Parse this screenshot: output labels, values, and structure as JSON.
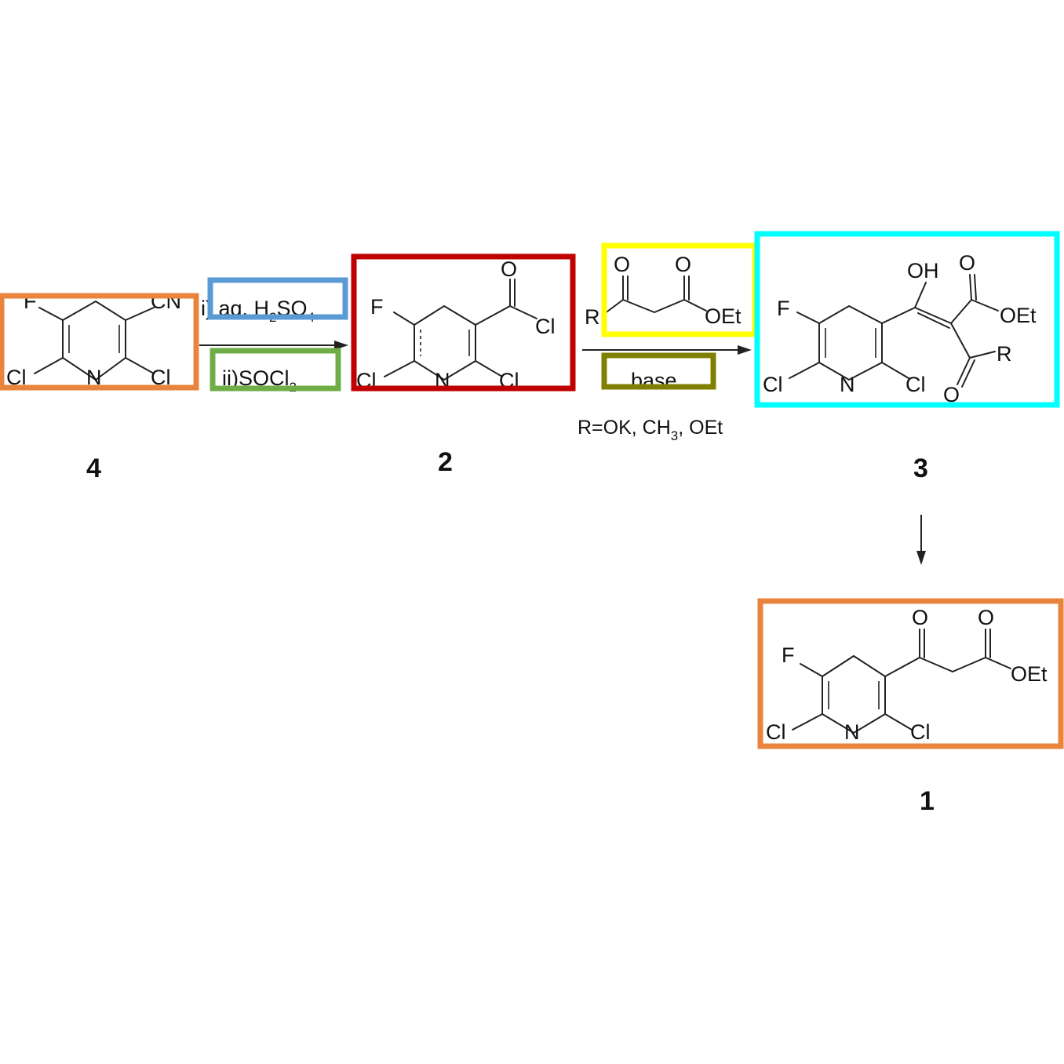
{
  "colors": {
    "orange": "#E8843C",
    "blue": "#5B9BD5",
    "green": "#70AD47",
    "red": "#C00000",
    "yellow": "#FFFF00",
    "olive": "#808000",
    "cyan": "#00FFFF"
  },
  "compound4": {
    "number": "4",
    "atoms": {
      "f": "F",
      "cn": "CN",
      "cl_left": "Cl",
      "n": "N",
      "cl_right": "Cl"
    }
  },
  "step1": {
    "reagent1_prefix": "i) aq. H",
    "reagent1_sub1": "2",
    "reagent1_mid": "SO",
    "reagent1_sub2": "4",
    "reagent2_main": "ii)SOCl",
    "reagent2_sub": "2"
  },
  "compound2": {
    "number": "2",
    "atoms": {
      "f": "F",
      "o": "O",
      "cl_acyl": "Cl",
      "cl_left": "Cl",
      "n": "N",
      "cl_right": "Cl"
    }
  },
  "step2": {
    "reagent_r": "R",
    "reagent_o1": "O",
    "reagent_o2": "O",
    "reagent_oet": "OEt",
    "base": "base",
    "r_definition_main": "R=OK, CH",
    "r_definition_sub": "3",
    "r_definition_tail": ", OEt"
  },
  "compound3": {
    "number": "3",
    "atoms": {
      "f": "F",
      "oh": "OH",
      "o_ester": "O",
      "oet": "OEt",
      "r": "R",
      "o_ketone": "O",
      "cl_left": "Cl",
      "n": "N",
      "cl_right": "Cl"
    }
  },
  "compound1": {
    "number": "1",
    "atoms": {
      "f": "F",
      "o1": "O",
      "o2": "O",
      "oet": "OEt",
      "cl_left": "Cl",
      "n": "N",
      "cl_right": "Cl"
    }
  }
}
